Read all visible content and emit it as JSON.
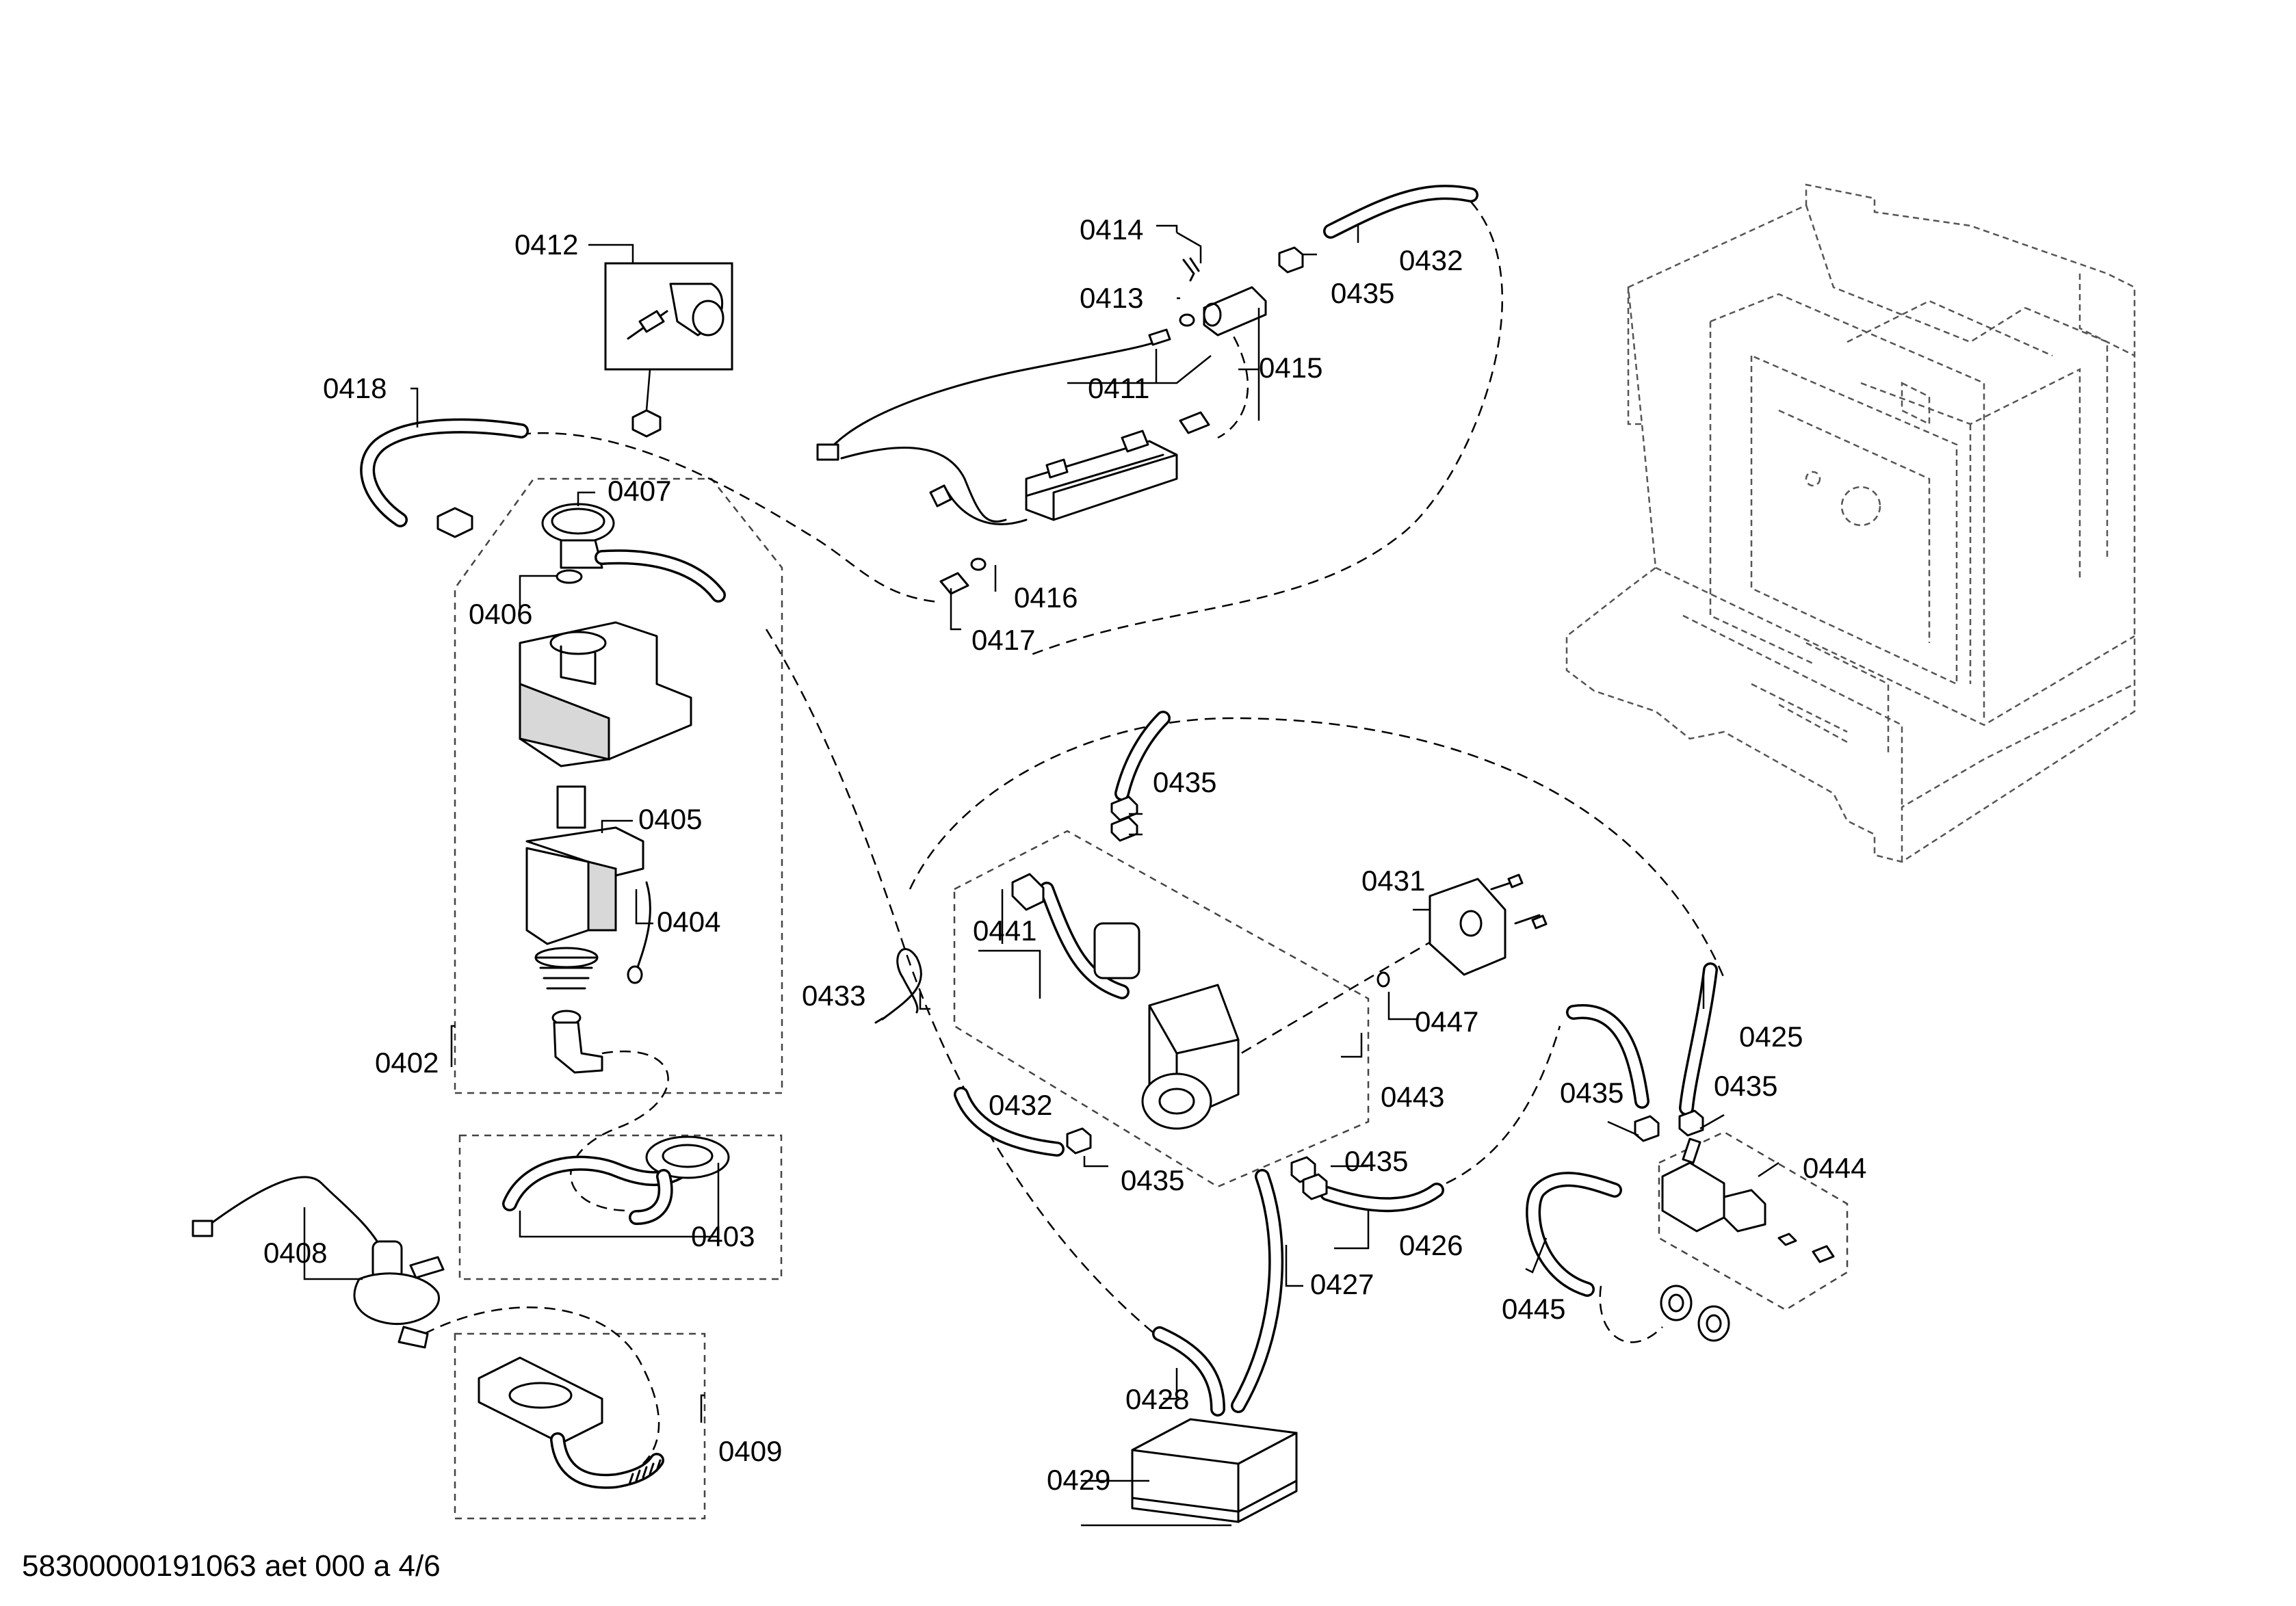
{
  "footer": {
    "doc_code": "58300000191063 aet 000 a 4/6"
  },
  "callouts": {
    "c0402": "0402",
    "c0403": "0403",
    "c0404": "0404",
    "c0405": "0405",
    "c0406": "0406",
    "c0407": "0407",
    "c0408": "0408",
    "c0409": "0409",
    "c0411": "0411",
    "c0412": "0412",
    "c0413": "0413",
    "c0414": "0414",
    "c0415": "0415",
    "c0416": "0416",
    "c0417": "0417",
    "c0418": "0418",
    "c0425": "0425",
    "c0426": "0426",
    "c0427": "0427",
    "c0428": "0428",
    "c0429": "0429",
    "c0431": "0431",
    "c0432a": "0432",
    "c0432b": "0432",
    "c0433": "0433",
    "c0435a": "0435",
    "c0435b": "0435",
    "c0435c": "0435",
    "c0435d": "0435",
    "c0435e": "0435",
    "c0435f": "0435",
    "c0441": "0441",
    "c0443": "0443",
    "c0444": "0444",
    "c0445": "0445",
    "c0447": "0447"
  },
  "icons": [
    "pump-icon",
    "heater-icon",
    "valve-icon",
    "drip-tray-icon",
    "machine-frame-icon"
  ]
}
